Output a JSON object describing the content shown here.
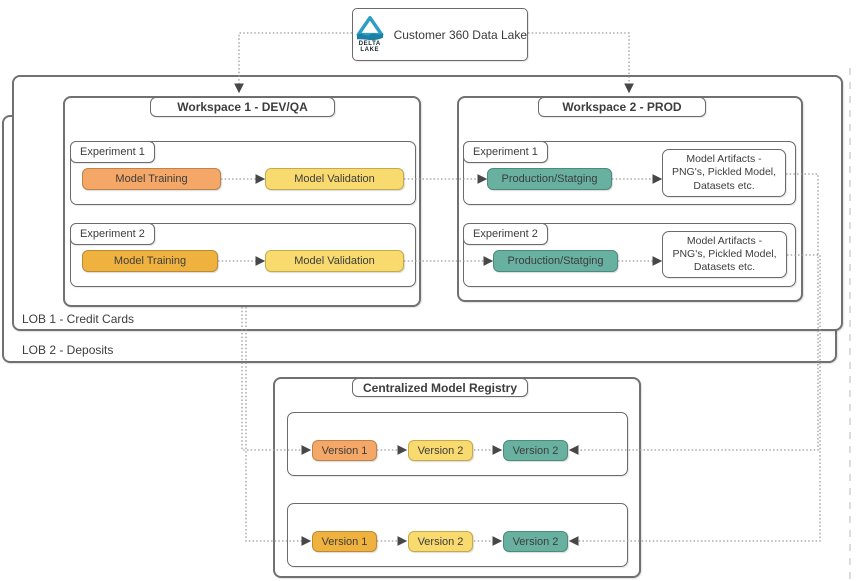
{
  "data_lake": {
    "label": "Customer 360 Data Lake",
    "logo_caption": "DELTA LAKE"
  },
  "lobs": [
    {
      "label": "LOB 1 - Credit Cards"
    },
    {
      "label": "LOB 2 - Deposits"
    }
  ],
  "workspaces": [
    {
      "title": "Workspace 1 - DEV/QA",
      "experiments": [
        {
          "label": "Experiment 1",
          "steps": [
            {
              "label": "Model Training",
              "fill": "#f4a766",
              "border": "#bc8448"
            },
            {
              "label": "Model Validation",
              "fill": "#f8da6f",
              "border": "#c3ab4b"
            }
          ]
        },
        {
          "label": "Experiment 2",
          "steps": [
            {
              "label": "Model Training",
              "fill": "#f0b23e",
              "border": "#bc8a35"
            },
            {
              "label": "Model Validation",
              "fill": "#f8da6f",
              "border": "#c3ab4b"
            }
          ]
        }
      ]
    },
    {
      "title": "Workspace 2 - PROD",
      "experiments": [
        {
          "label": "Experiment 1",
          "steps": [
            {
              "label": "Production/Statging",
              "fill": "#68b1a0",
              "border": "#4b8a7c"
            }
          ],
          "artifacts": "Model Artifacts - PNG's, Pickled Model, Datasets etc."
        },
        {
          "label": "Experiment 2",
          "steps": [
            {
              "label": "Production/Statging",
              "fill": "#68b1a0",
              "border": "#4b8a7c"
            }
          ],
          "artifacts": "Model Artifacts - PNG's, Pickled Model, Datasets etc."
        }
      ]
    }
  ],
  "registry": {
    "title": "Centralized Model Registry",
    "rows": [
      {
        "versions": [
          {
            "label": "Version 1",
            "fill": "#f4a766",
            "border": "#bc8448"
          },
          {
            "label": "Version 2",
            "fill": "#f8da6f",
            "border": "#c3ab4b"
          },
          {
            "label": "Version 2",
            "fill": "#68b1a0",
            "border": "#4b8a7c"
          }
        ]
      },
      {
        "versions": [
          {
            "label": "Version 1",
            "fill": "#f0b23e",
            "border": "#bc8a35"
          },
          {
            "label": "Version 2",
            "fill": "#f8da6f",
            "border": "#c3ab4b"
          },
          {
            "label": "Version 2",
            "fill": "#68b1a0",
            "border": "#4b8a7c"
          }
        ]
      }
    ]
  },
  "colors": {
    "connector": "#9b9b9b",
    "arrow": "#474747",
    "container_border": "#717171",
    "logo_blue": "#2e9ec7",
    "logo_blue_dark": "#1c7fa8",
    "page_break": "#d2d2d2"
  }
}
